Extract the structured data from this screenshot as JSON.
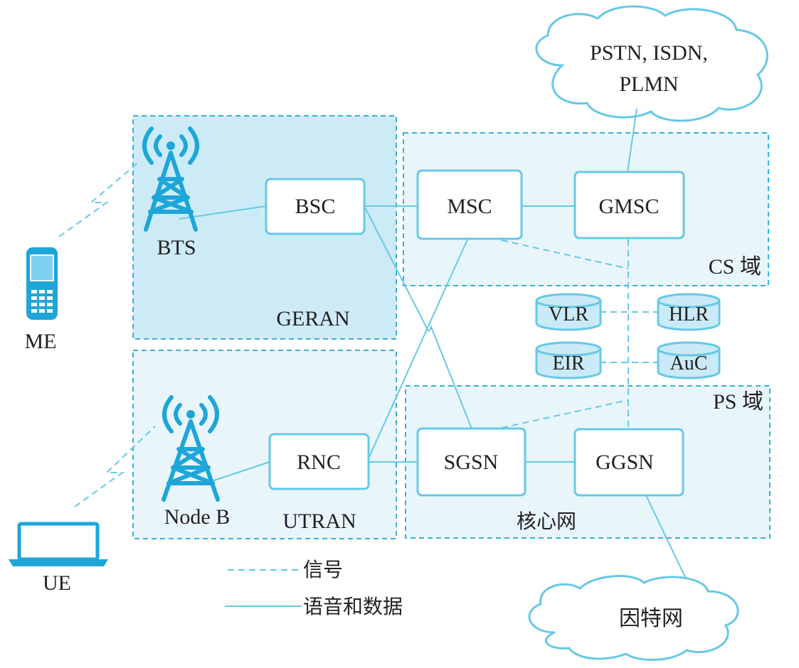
{
  "regions": {
    "geran": "GERAN",
    "utran": "UTRAN",
    "cs_domain": "CS 域",
    "ps_domain": "PS 域",
    "core_network": "核心网"
  },
  "nodes": {
    "bts": "BTS",
    "node_b": "Node B",
    "bsc": "BSC",
    "rnc": "RNC",
    "msc": "MSC",
    "gmsc": "GMSC",
    "sgsn": "SGSN",
    "ggsn": "GGSN",
    "vlr": "VLR",
    "hlr": "HLR",
    "eir": "EIR",
    "auc": "AuC"
  },
  "devices": {
    "me": "ME",
    "ue": "UE"
  },
  "clouds": {
    "pstn_line1": "PSTN, ISDN,",
    "pstn_line2": "PLMN",
    "internet": "因特网"
  },
  "legend": {
    "signal": "信号",
    "voice_data": "语音和数据"
  },
  "colors": {
    "line": "#67c8e6",
    "region_fill_geran": "#cdebf7",
    "region_fill_other": "#e8f6fc",
    "tower": "#1ea6d8"
  }
}
